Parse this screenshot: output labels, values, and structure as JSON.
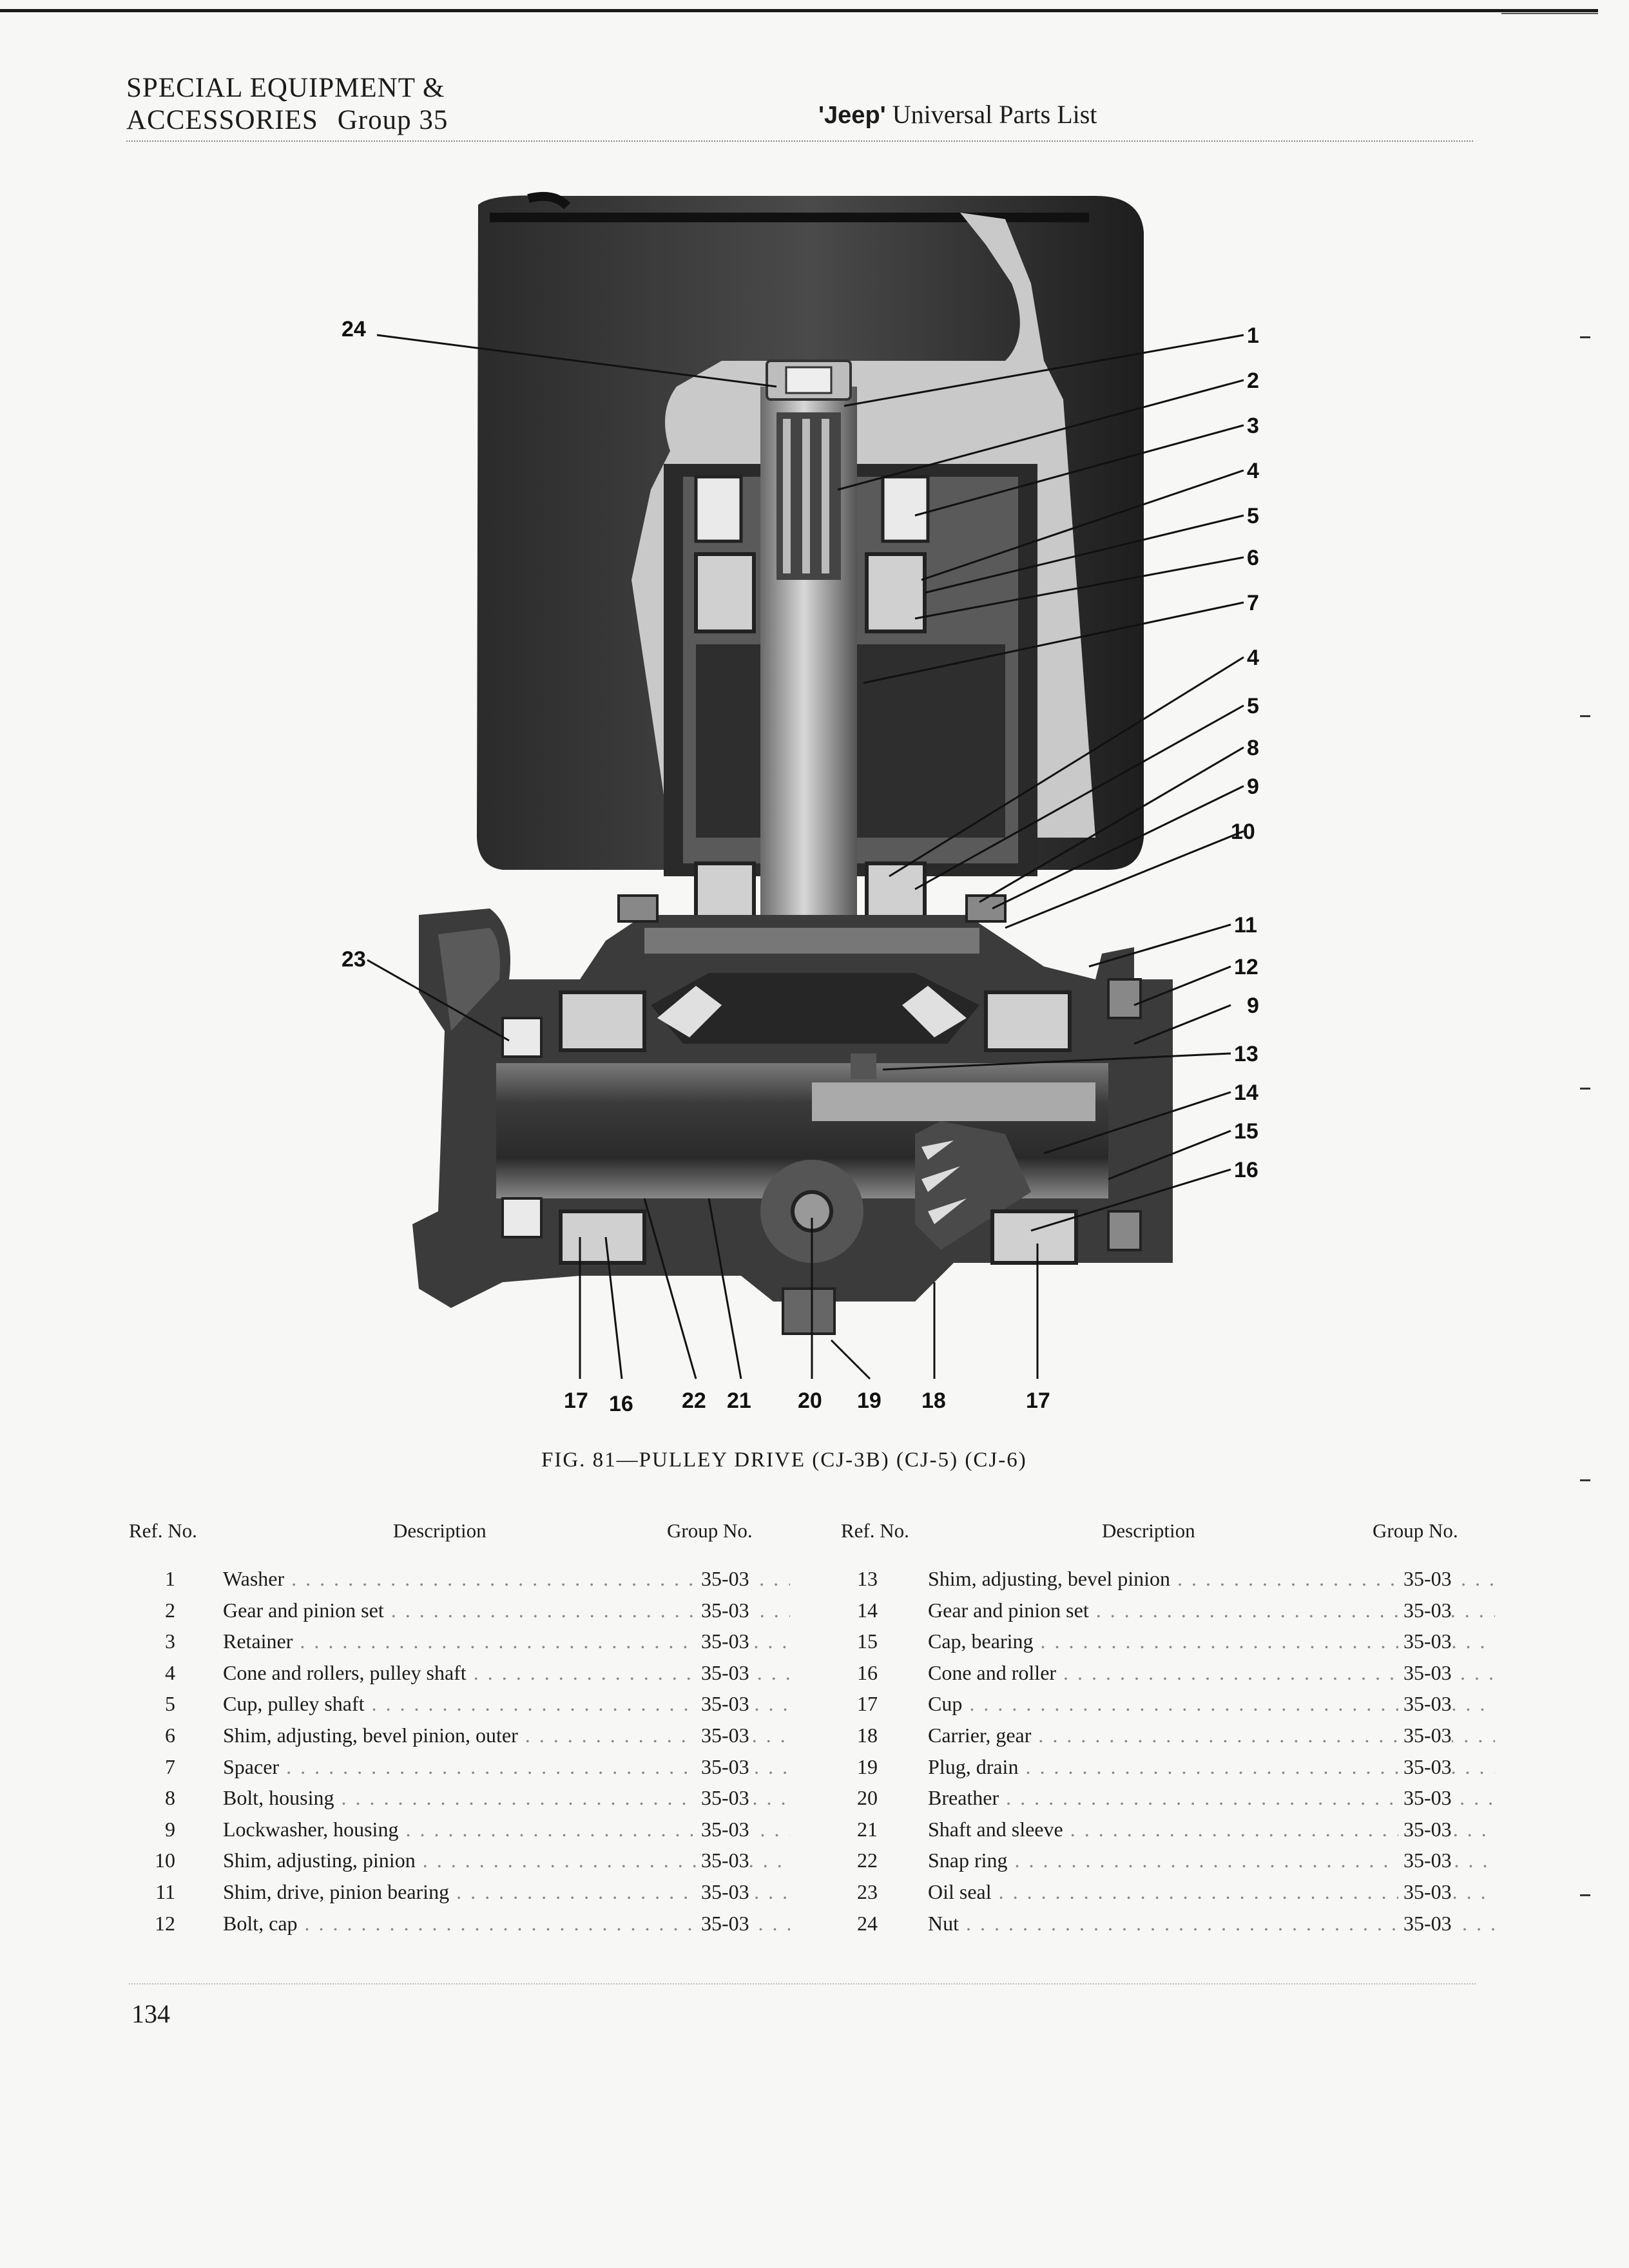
{
  "header": {
    "section_line1": "SPECIAL EQUIPMENT &",
    "section_line2": "ACCESSORIES",
    "group": "Group 35",
    "brand": "'Jeep'",
    "title_rest": "Universal Parts List"
  },
  "figure": {
    "caption": "FIG. 81—PULLEY DRIVE (CJ-3B) (CJ-5) (CJ-6)",
    "callouts": {
      "c24": "24",
      "c1": "1",
      "c2": "2",
      "c3": "3",
      "c4a": "4",
      "c5a": "5",
      "c6": "6",
      "c7": "7",
      "c4b": "4",
      "c5b": "5",
      "c8": "8",
      "c9a": "9",
      "c10": "10",
      "c11": "11",
      "c12": "12",
      "c9b": "9",
      "c23": "23",
      "c13": "13",
      "c14": "14",
      "c15": "15",
      "c16r": "16",
      "c17a": "17",
      "c16b": "16",
      "c22": "22",
      "c21": "21",
      "c20": "20",
      "c19": "19",
      "c18": "18",
      "c17b": "17"
    }
  },
  "table": {
    "headers": {
      "ref": "Ref. No.",
      "description": "Description",
      "group": "Group No."
    },
    "left": [
      {
        "ref": "1",
        "description": "Washer",
        "group": "35-03"
      },
      {
        "ref": "2",
        "description": "Gear and pinion set",
        "group": "35-03"
      },
      {
        "ref": "3",
        "description": "Retainer",
        "group": "35-03"
      },
      {
        "ref": "4",
        "description": "Cone and rollers, pulley shaft",
        "group": "35-03"
      },
      {
        "ref": "5",
        "description": "Cup, pulley shaft",
        "group": "35-03"
      },
      {
        "ref": "6",
        "description": "Shim, adjusting, bevel pinion, outer",
        "group": "35-03"
      },
      {
        "ref": "7",
        "description": "Spacer",
        "group": "35-03"
      },
      {
        "ref": "8",
        "description": "Bolt, housing",
        "group": "35-03"
      },
      {
        "ref": "9",
        "description": "Lockwasher, housing",
        "group": "35-03"
      },
      {
        "ref": "10",
        "description": "Shim, adjusting, pinion",
        "group": "35-03"
      },
      {
        "ref": "11",
        "description": "Shim, drive, pinion bearing",
        "group": "35-03"
      },
      {
        "ref": "12",
        "description": "Bolt, cap",
        "group": "35-03"
      }
    ],
    "right": [
      {
        "ref": "13",
        "description": "Shim, adjusting, bevel pinion",
        "group": "35-03"
      },
      {
        "ref": "14",
        "description": "Gear and pinion set",
        "group": "35-03"
      },
      {
        "ref": "15",
        "description": "Cap, bearing",
        "group": "35-03"
      },
      {
        "ref": "16",
        "description": "Cone and roller",
        "group": "35-03"
      },
      {
        "ref": "17",
        "description": "Cup",
        "group": "35-03"
      },
      {
        "ref": "18",
        "description": "Carrier, gear",
        "group": "35-03"
      },
      {
        "ref": "19",
        "description": "Plug, drain",
        "group": "35-03"
      },
      {
        "ref": "20",
        "description": "Breather",
        "group": "35-03"
      },
      {
        "ref": "21",
        "description": "Shaft and sleeve",
        "group": "35-03"
      },
      {
        "ref": "22",
        "description": "Snap ring",
        "group": "35-03"
      },
      {
        "ref": "23",
        "description": "Oil seal",
        "group": "35-03"
      },
      {
        "ref": "24",
        "description": "Nut",
        "group": "35-03"
      }
    ]
  },
  "footer": {
    "page_number": "134"
  }
}
